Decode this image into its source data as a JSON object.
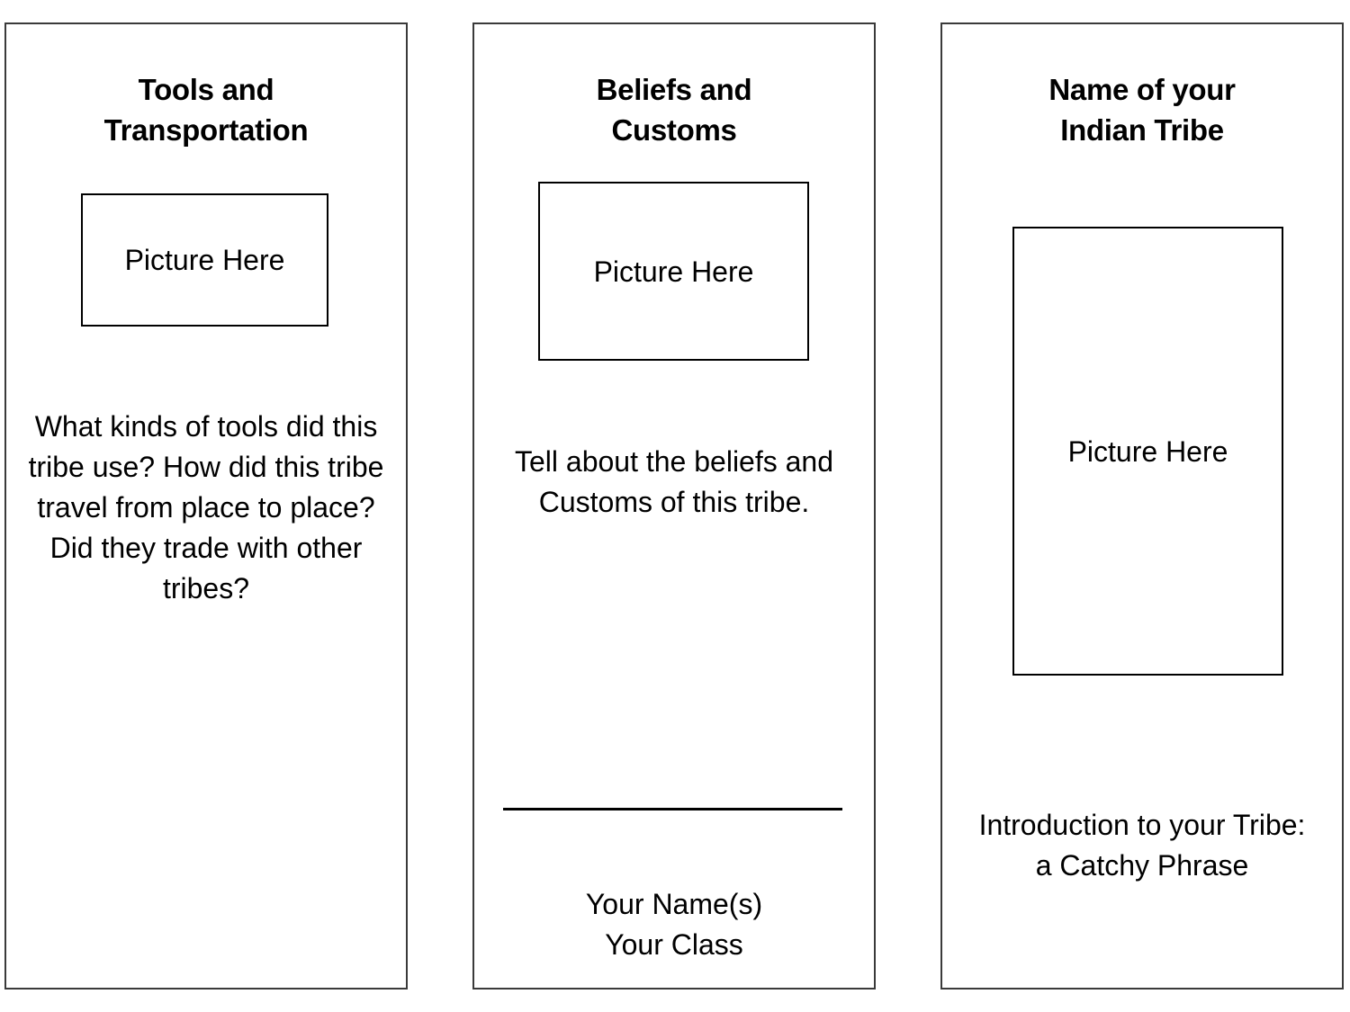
{
  "document": {
    "type": "tri-fold-brochure-template",
    "background_color": "#ffffff",
    "text_color": "#000000",
    "border_color": "#3a3a3a"
  },
  "panels": [
    {
      "id": "tools-and-transportation",
      "title": "Tools and\nTransportation",
      "picture_placeholder": "Picture Here",
      "body": "What kinds of tools did this tribe use? How did this tribe travel from place to place? Did they trade with other tribes?"
    },
    {
      "id": "beliefs-and-customs",
      "title": "Beliefs and\nCustoms",
      "picture_placeholder": "Picture Here",
      "body": "Tell about the beliefs and Customs of this tribe.",
      "credits": "Your Name(s)\nYour Class"
    },
    {
      "id": "name-of-your-indian-tribe",
      "title": "Name of your\nIndian Tribe",
      "picture_placeholder": "Picture Here",
      "body": "Introduction to your Tribe: a Catchy Phrase"
    }
  ]
}
